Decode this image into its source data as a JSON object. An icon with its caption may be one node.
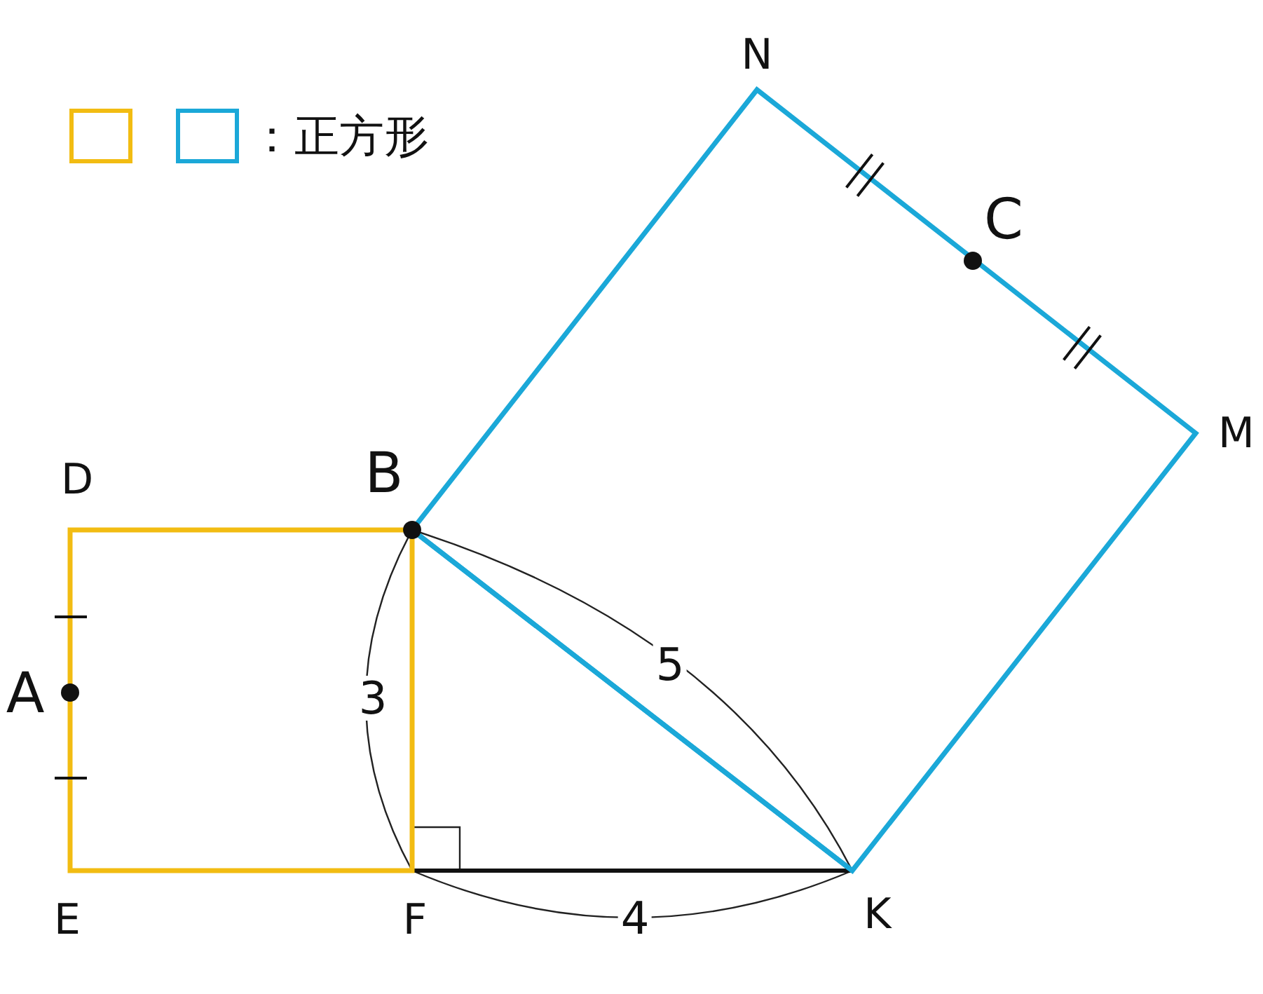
{
  "diagram": {
    "labels": [
      "N",
      "C",
      "M",
      "D",
      "B",
      "A",
      "E",
      "F",
      "K",
      "3",
      "5",
      "4"
    ],
    "legend": [
      {
        "text": "：正方形"
      }
    ]
  }
}
